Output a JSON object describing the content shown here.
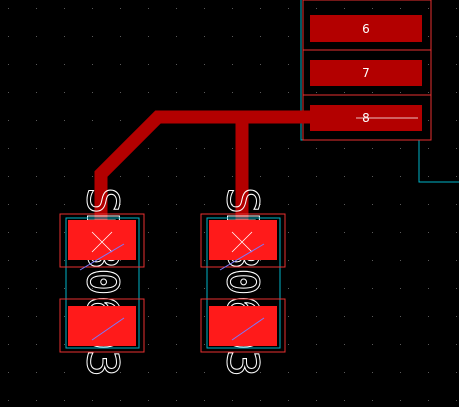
{
  "view": {
    "kind": "pcb-layout-editor",
    "colors": {
      "background": "#000000",
      "grid_dot": "#5a5a5a",
      "copper": "#b30000",
      "pad": "#ff1a1a",
      "courtyard": "#e83030",
      "outline": "#00b4c8",
      "silkscreen": "#ffffff",
      "ratsnest": "#7a7aff",
      "pad_label": "#ffffff"
    }
  },
  "connector": {
    "pins": [
      {
        "label": "6"
      },
      {
        "label": "7"
      },
      {
        "label": "8"
      }
    ]
  },
  "components": [
    {
      "silk_text": "SMB0603",
      "pads": [
        "top",
        "bottom"
      ]
    },
    {
      "silk_text": "SMB0603",
      "pads": [
        "top",
        "bottom"
      ]
    }
  ],
  "traces": [
    {
      "name": "net-pin8-to-left-part"
    },
    {
      "name": "net-pin8-to-right-part"
    }
  ]
}
